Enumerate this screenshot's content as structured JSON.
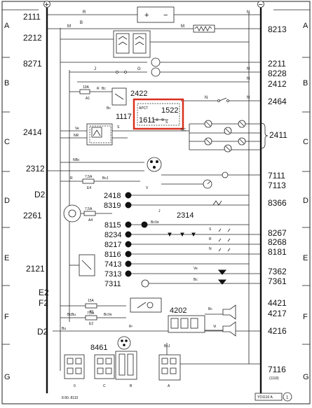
{
  "rails": {
    "positive": "+",
    "negative": "−"
  },
  "grid_rows": {
    "a": "A",
    "b": "B",
    "c": "C",
    "d": "D",
    "e": "E",
    "f": "F",
    "g": "G"
  },
  "left_labels": {
    "l2111": "2111",
    "l2212": "2212",
    "l8271": "8271",
    "l2414": "2414",
    "l2312": "2312",
    "lD2a": "D2",
    "l2261": "2261",
    "l2121": "2121",
    "lE2": "E2",
    "lF2": "F2",
    "lD2b": "D2"
  },
  "right_labels": {
    "r8213": "8213",
    "r2211": "2211",
    "r8228": "8228",
    "r2412": "2412",
    "r2464": "2464",
    "r2411": "2411",
    "r7111": "7111",
    "r7113": "7113",
    "r8366": "8366",
    "r8267": "8267",
    "r8268": "8268",
    "r8181": "8181",
    "r7362": "7362",
    "r7361": "7361",
    "r4421": "4421",
    "r4217": "4217",
    "r4216": "4216",
    "r7116": "7116",
    "r1118": "(1118)"
  },
  "center_labels": {
    "c2422": "2422",
    "c1117": "1117",
    "c2418": "2418",
    "c8319": "8319",
    "c2314": "2314",
    "c8115": "8115",
    "c8234": "8234",
    "c8217": "8217",
    "c8116": "8116",
    "c7413": "7413",
    "c7313": "7313",
    "c7311": "7311",
    "c4202": "4202",
    "c8461": "8461"
  },
  "highlight": {
    "apct": "APCT",
    "n1522": "1522",
    "n1611": "1611"
  },
  "wire_marks": {
    "R": "R",
    "M": "M",
    "N": "N",
    "J": "J",
    "G": "G",
    "Bc": "Bc",
    "Ve": "Ve",
    "NR": "NR",
    "NBc": "NBc",
    "BcJ": "BcJ",
    "Vi": "Vi",
    "BcBu": "BcBu",
    "BcVe": "BcVe",
    "Bu": "Bu",
    "Rtop": "R¹",
    "S": "S",
    "V": "V",
    "NC": "NC",
    "B": "B"
  },
  "fuses": {
    "f10a": "10A",
    "a1": "A1",
    "f75a_1": "7,5A",
    "e4": "E4",
    "f75a_2": "7,5A",
    "a4": "A4",
    "f15a": "15A",
    "a5": "A5",
    "f75a_3": "7,5A",
    "e2": "E2"
  },
  "connectors": {
    "c0": "0",
    "cC": "C",
    "cB": "B",
    "cA": "A"
  },
  "footer": {
    "code": "8 80. 8110",
    "ref": "YD1110 A",
    "page": "1"
  }
}
